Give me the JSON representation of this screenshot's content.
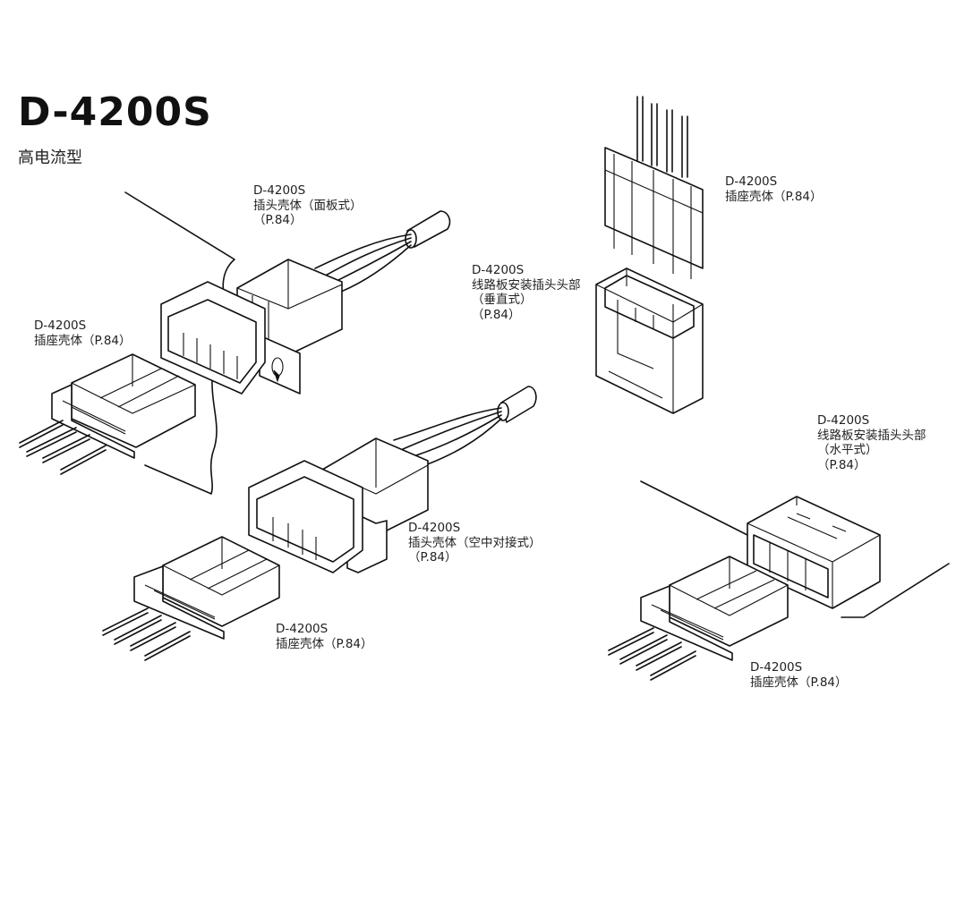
{
  "header": {
    "title": "D-4200S",
    "subtitle": "高电流型"
  },
  "callouts": [
    {
      "id": "plug-panel",
      "model": "D-4200S",
      "desc": "插头壳体（面板式）",
      "page": "（P.84）"
    },
    {
      "id": "receptacle-left",
      "model": "D-4200S",
      "desc": "插座壳体（P.84）"
    },
    {
      "id": "plug-free",
      "model": "D-4200S",
      "desc": "插头壳体（空中对接式）",
      "page": "（P.84）"
    },
    {
      "id": "receptacle-bottom",
      "model": "D-4200S",
      "desc": "插座壳体（P.84）"
    },
    {
      "id": "receptacle-top-right",
      "model": "D-4200S",
      "desc": "插座壳体（P.84）"
    },
    {
      "id": "pcb-header-vertical",
      "model": "D-4200S",
      "desc": "线路板安装插头头部",
      "orientation": "（垂直式）",
      "page": "（P.84）"
    },
    {
      "id": "pcb-header-horizontal",
      "model": "D-4200S",
      "desc": "线路板安装插头头部",
      "orientation": "（水平式）",
      "page": "（P.84）"
    },
    {
      "id": "receptacle-bottom-right",
      "model": "D-4200S",
      "desc": "插座壳体（P.84）"
    }
  ],
  "icons": [
    "panel-mount-plug-icon",
    "receptacle-housing-icon",
    "free-hanging-plug-icon",
    "vertical-pcb-header-icon",
    "horizontal-pcb-header-icon",
    "cable-icon"
  ]
}
